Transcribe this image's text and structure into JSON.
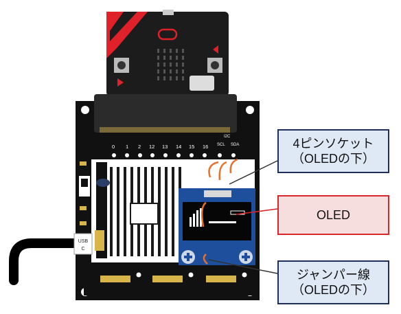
{
  "callouts": {
    "socket": {
      "line1": "4ピンソケット",
      "line2": "（OLEDの下）"
    },
    "oled": {
      "line1": "OLED"
    },
    "jumper": {
      "line1": "ジャンパー線",
      "line2": "（OLEDの下）"
    }
  },
  "board": {
    "pin_labels": [
      "0",
      "1",
      "2",
      "12",
      "13",
      "14",
      "15",
      "16"
    ],
    "i2c_label": "I2C",
    "scl_label": "SCL",
    "sda_label": "SDA",
    "usb_label_line1": "USB",
    "usb_label_line2": "C"
  },
  "colors": {
    "board": "#111111",
    "microbit": "#1c1c1c",
    "microbit_accent": "#e0212a",
    "oled_pcb": "#1d4f9c",
    "jumper_wire": "#e8702a",
    "callout_socket_border": "#1f2f5a",
    "callout_oled_border": "#d8262a"
  }
}
